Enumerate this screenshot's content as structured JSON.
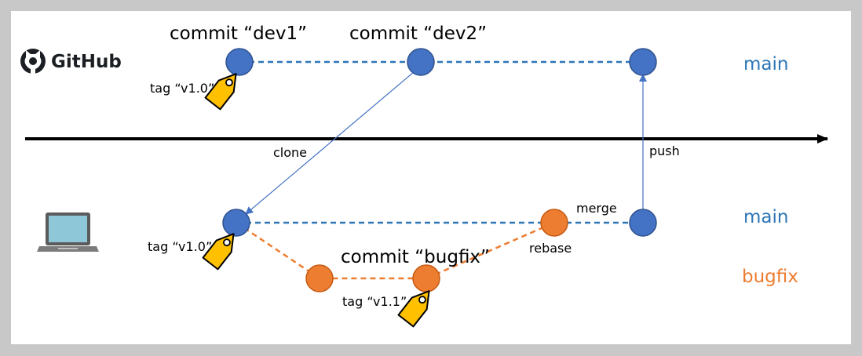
{
  "colors": {
    "remote_node": "#4472c4",
    "local_node": "#4472c4",
    "bugfix_node": "#ed7d31",
    "branch_main": "#2e75b6",
    "branch_bugfix": "#ed7d31",
    "tag_fill": "#ffc000",
    "timeline": "#000000"
  },
  "remote": {
    "logo_text": "GitHub",
    "logo_icon": "github-octocat-icon",
    "commits": [
      "commit “dev1”",
      "commit “dev2”"
    ],
    "tag": "tag “v1.0”",
    "branch": "main"
  },
  "local": {
    "device_icon": "laptop-icon",
    "tag_main": "tag “v1.0”",
    "tag_bugfix": "tag “v1.1”",
    "commit_bugfix": "commit “bugfix”",
    "branch_main": "main",
    "branch_bugfix": "bugfix"
  },
  "actions": {
    "clone": "clone",
    "push": "push",
    "merge": "merge",
    "rebase": "rebase"
  }
}
